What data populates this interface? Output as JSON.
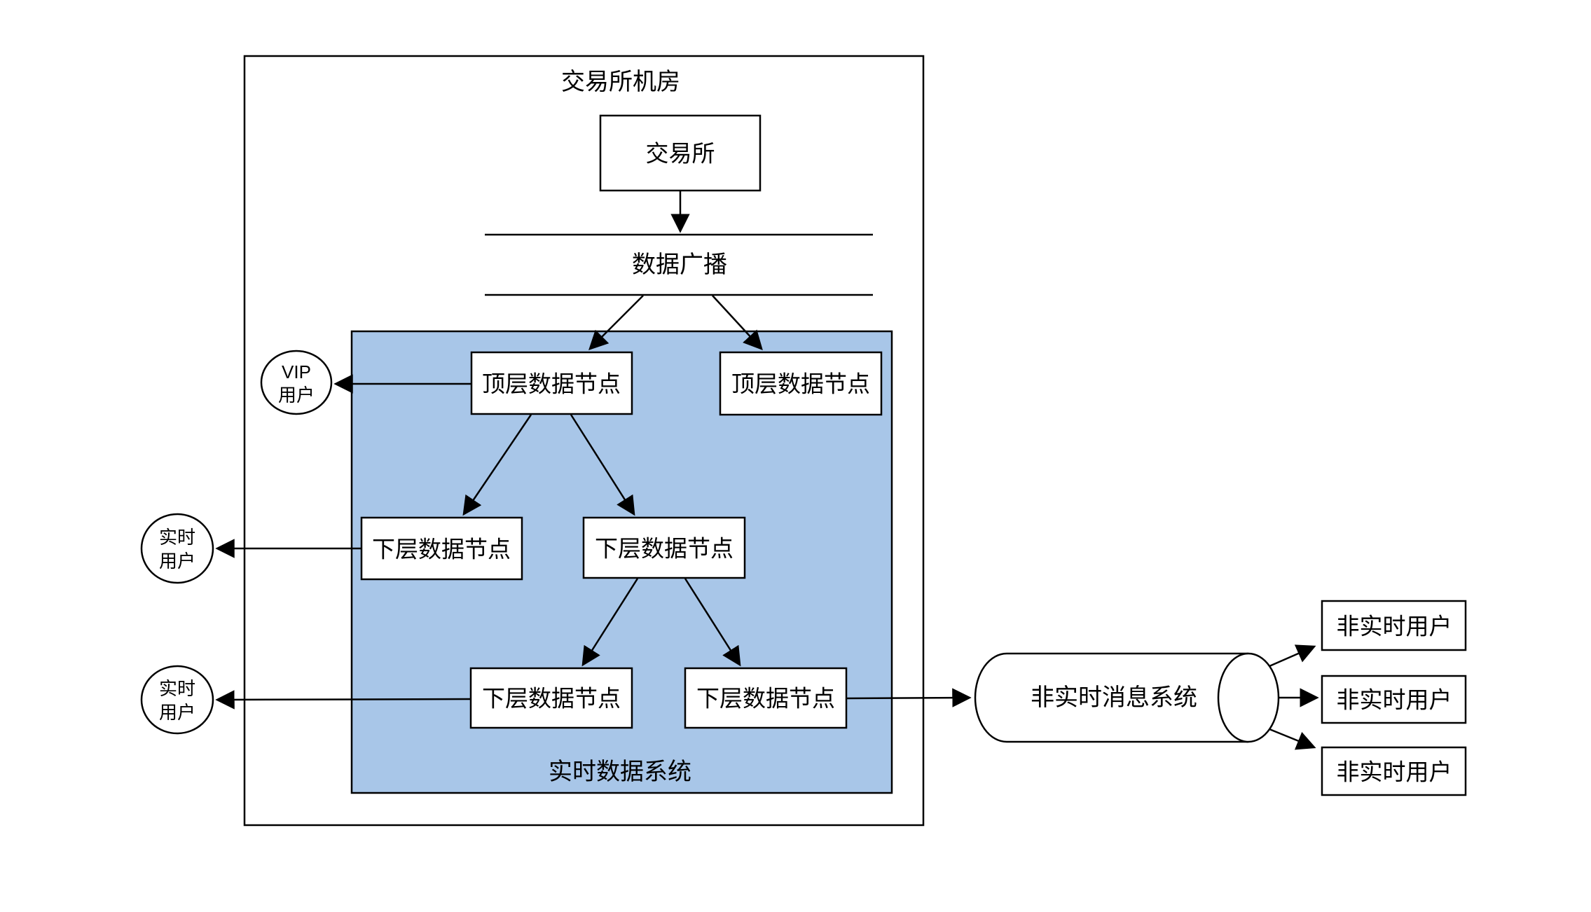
{
  "diagram": {
    "machine_room_title": "交易所机房",
    "exchange_node": "交易所",
    "broadcast_bus": "数据广播",
    "realtime_system_label": "实时数据系统",
    "top_node_left": "顶层数据节点",
    "top_node_right": "顶层数据节点",
    "mid_node_left": "下层数据节点",
    "mid_node_right": "下层数据节点",
    "bottom_node_left": "下层数据节点",
    "bottom_node_right": "下层数据节点",
    "vip_user": {
      "line1": "VIP",
      "line2": "用户"
    },
    "realtime_user_1": {
      "line1": "实时",
      "line2": "用户"
    },
    "realtime_user_2": {
      "line1": "实时",
      "line2": "用户"
    },
    "message_system": "非实时消息系统",
    "non_realtime_user_1": "非实时用户",
    "non_realtime_user_2": "非实时用户",
    "non_realtime_user_3": "非实时用户",
    "colors": {
      "realtime_system_fill": "#a8c6e8",
      "line_stroke": "#000000",
      "node_fill": "#ffffff",
      "background": "#ffffff"
    }
  }
}
